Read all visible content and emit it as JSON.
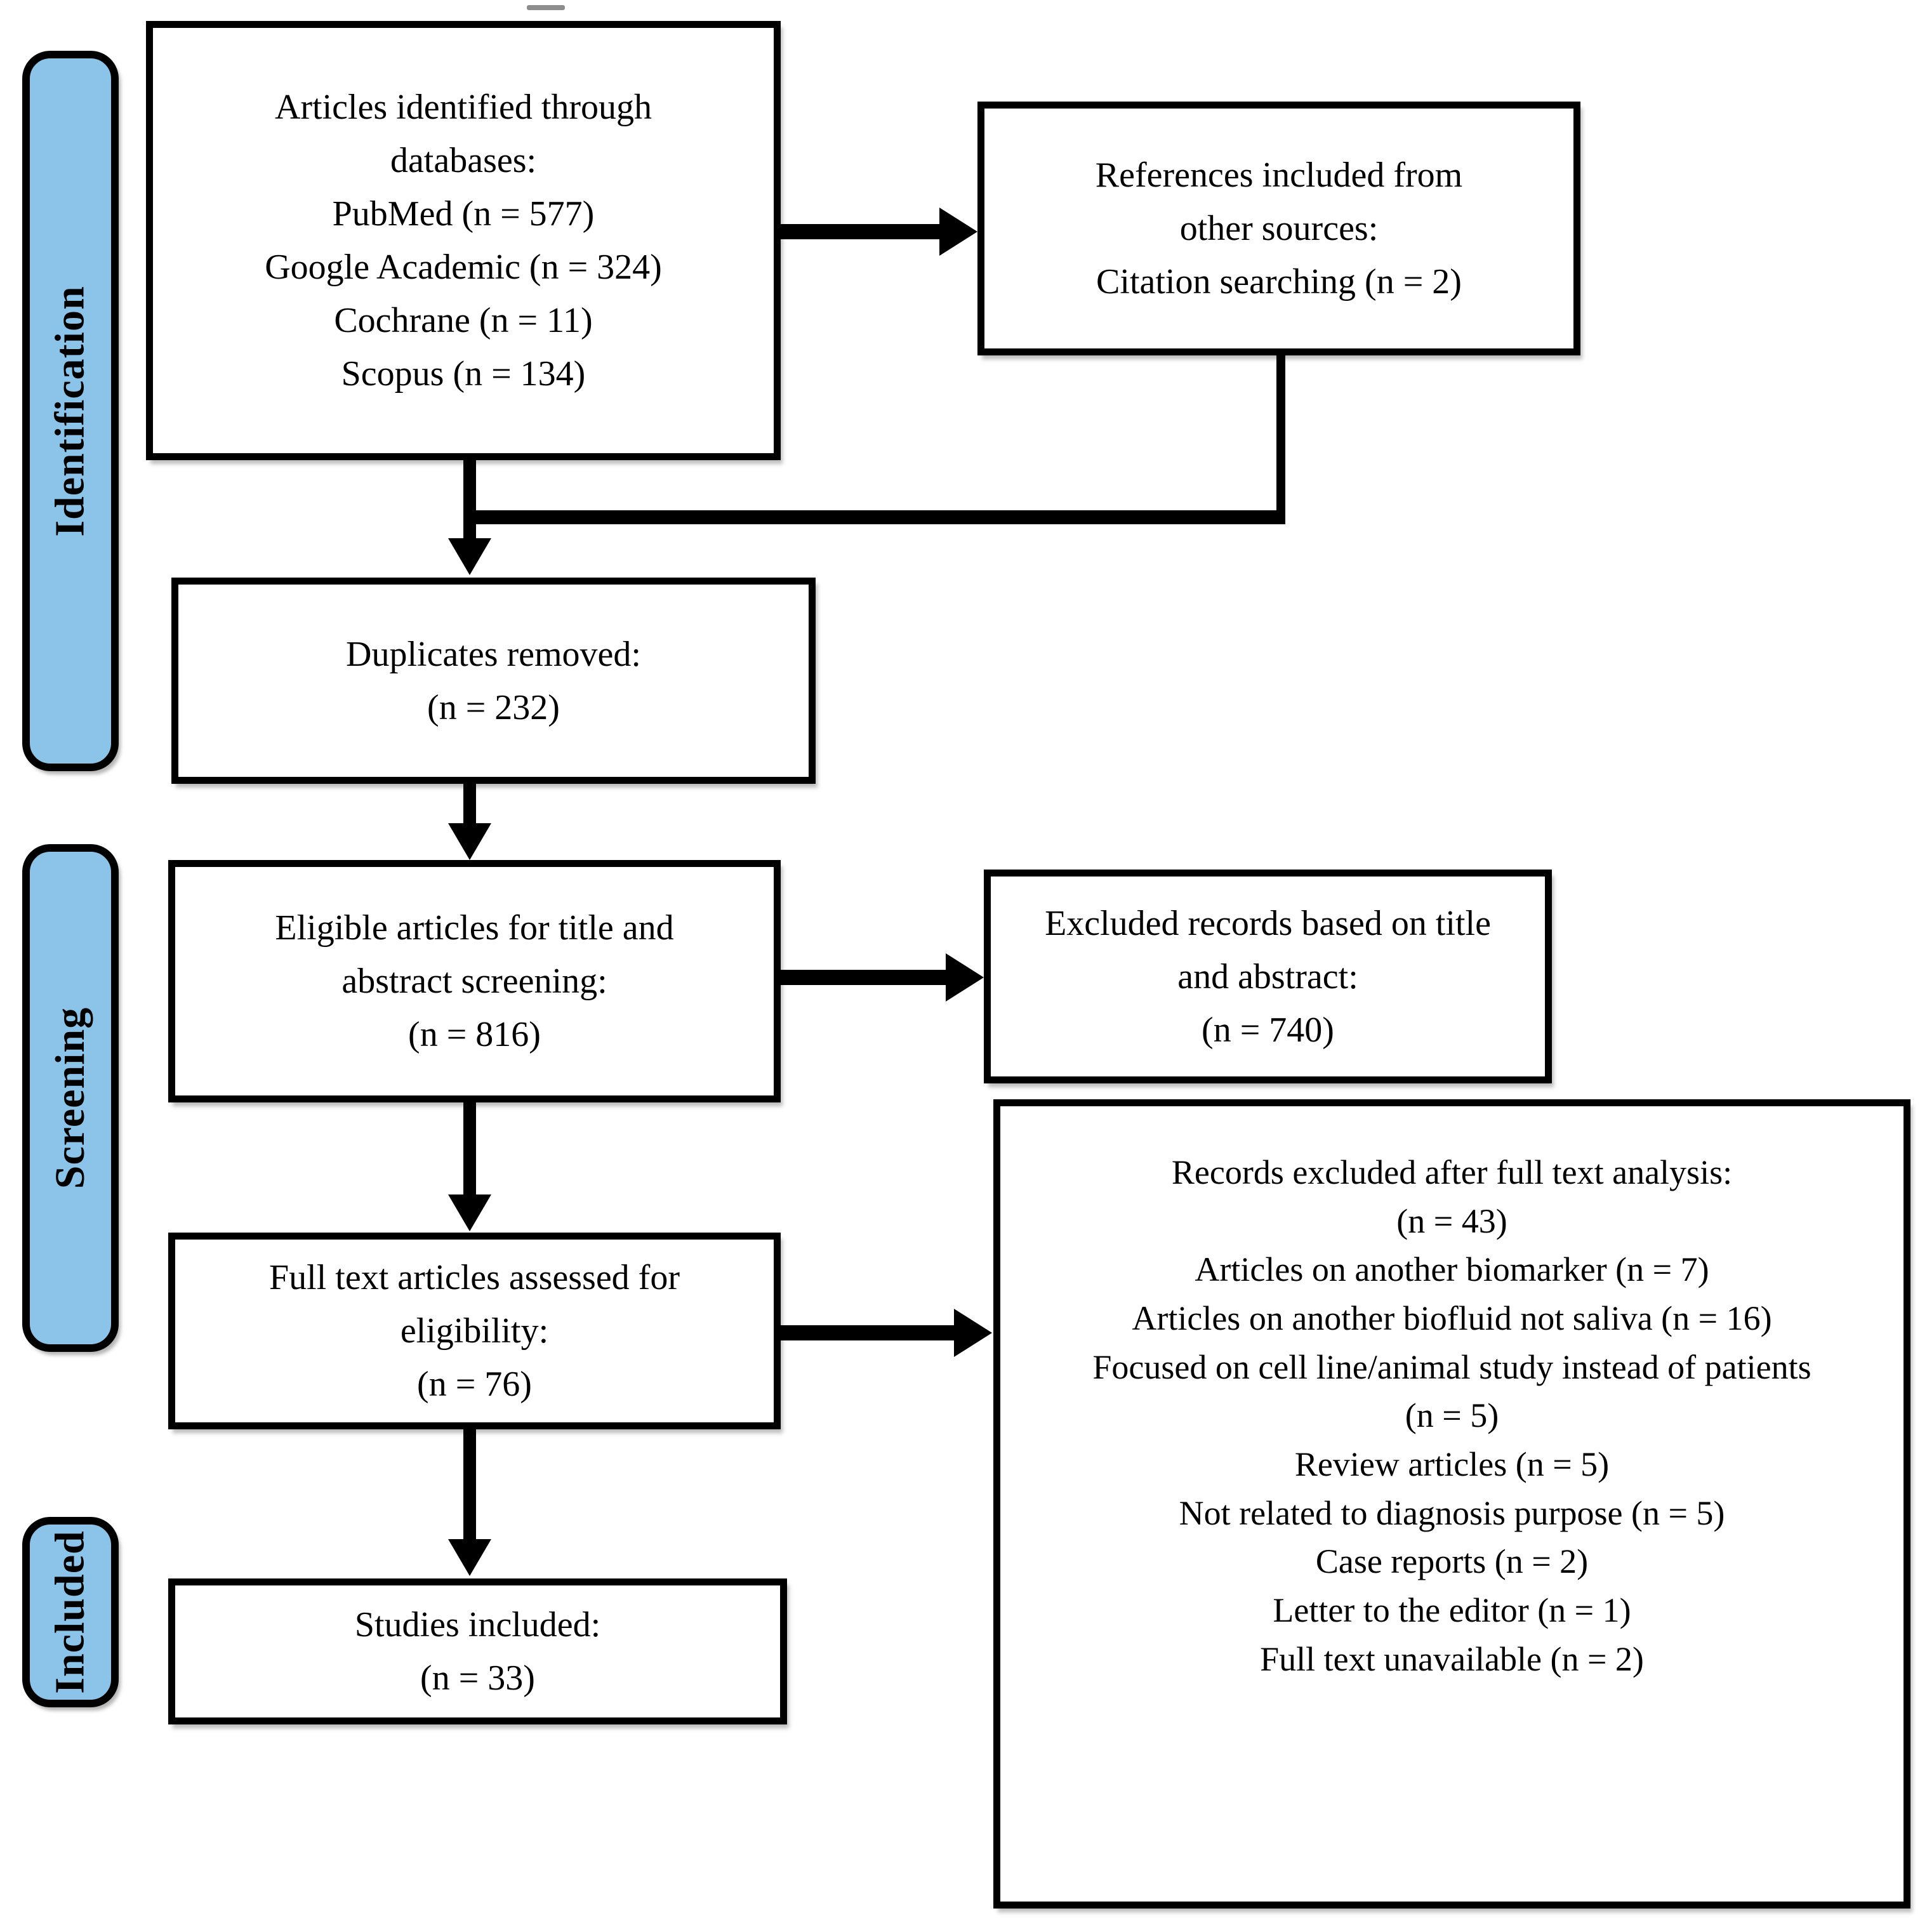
{
  "figure": {
    "type": "PRISMA flow diagram",
    "colors": {
      "stage_fill": "#8CC3E8",
      "box_fill": "#FFFFFF",
      "line": "#000000"
    }
  },
  "stages": {
    "identification": "Identification",
    "screening": "Screening",
    "included": "Included"
  },
  "boxes": {
    "identified": "Articles identified through\ndatabases:\nPubMed (n = 577)\nGoogle Academic (n = 324)\nCochrane (n = 11)\nScopus (n = 134)",
    "other_sources": "References included from\nother sources:\nCitation searching (n = 2)",
    "duplicates": "Duplicates removed:\n(n = 232)",
    "title_abstract": "Eligible articles for title and\nabstract screening:\n(n = 816)",
    "excluded_title_abstract": "Excluded records based on title\nand abstract:\n(n = 740)",
    "full_text": "Full text articles assessed for\neligibility:\n(n = 76)",
    "excluded_full_text": "Records excluded after full text analysis:\n(n = 43)\nArticles on another biomarker (n = 7)\nArticles on another biofluid not saliva (n = 16)\nFocused on cell line/animal study instead of patients\n(n = 5)\nReview articles (n = 5)\nNot related to diagnosis purpose (n = 5)\nCase reports (n = 2)\nLetter to the editor (n = 1)\nFull text unavailable (n = 2)",
    "included_studies": "Studies included:\n(n = 33)"
  }
}
